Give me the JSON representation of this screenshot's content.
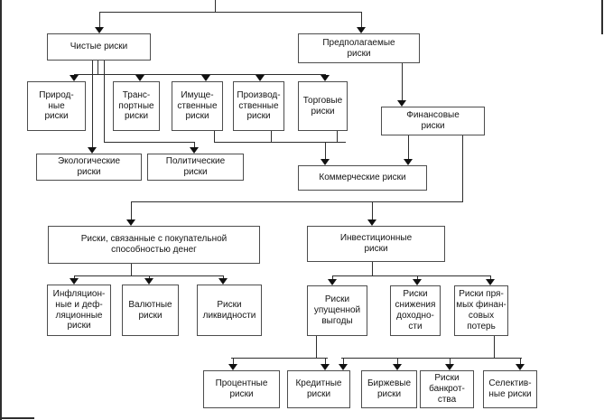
{
  "figure": {
    "type": "hierarchy-diagram",
    "language": "ru",
    "nodes": {
      "pure": "Чистые риски",
      "speculative": "Предполагаемые\nриски",
      "natural": "Природ-\nные\nриски",
      "transport": "Транс-\nпортные\nриски",
      "property": "Имуще-\nственные\nриски",
      "production": "Производ-\nственные\nриски",
      "trade": "Торговые\nриски",
      "financial": "Финансовые\nриски",
      "ecological": "Экологические\nриски",
      "political": "Политические\nриски",
      "commercial": "Коммерческие риски",
      "purchasing": "Риски, связанные с покупательной\nспособностью денег",
      "investment": "Инвестиционные\nриски",
      "inflation": "Инфляцион-\nные и деф-\nляционные\nриски",
      "currency": "Валютные\nриски",
      "liquidity": "Риски\nликвидности",
      "lost_profit": "Риски\nупущенной\nвыгоды",
      "yield_decline": "Риски\nснижения\nдоходно-\nсти",
      "direct_losses": "Риски пря-\nмых финан-\nсовых\nпотерь",
      "interest": "Процентные\nриски",
      "credit": "Кредитные\nриски",
      "exchange": "Биржевые\nриски",
      "bankruptcy": "Риски\nбанкрот-\nства",
      "selective": "Селектив-\nные риски"
    },
    "edges": [
      [
        "root",
        "pure"
      ],
      [
        "root",
        "speculative"
      ],
      [
        "pure",
        "natural"
      ],
      [
        "pure",
        "transport"
      ],
      [
        "pure",
        "property"
      ],
      [
        "pure",
        "production"
      ],
      [
        "pure",
        "trade"
      ],
      [
        "pure",
        "ecological"
      ],
      [
        "pure",
        "political"
      ],
      [
        "property",
        "commercial"
      ],
      [
        "production",
        "commercial"
      ],
      [
        "trade",
        "commercial"
      ],
      [
        "speculative",
        "financial"
      ],
      [
        "financial",
        "commercial"
      ],
      [
        "financial",
        "purchasing"
      ],
      [
        "financial",
        "investment"
      ],
      [
        "purchasing",
        "inflation"
      ],
      [
        "purchasing",
        "currency"
      ],
      [
        "purchasing",
        "liquidity"
      ],
      [
        "investment",
        "lost_profit"
      ],
      [
        "investment",
        "yield_decline"
      ],
      [
        "investment",
        "direct_losses"
      ],
      [
        "lost_profit",
        "interest"
      ],
      [
        "lost_profit",
        "credit"
      ],
      [
        "direct_losses",
        "credit"
      ],
      [
        "direct_losses",
        "exchange"
      ],
      [
        "direct_losses",
        "bankruptcy"
      ],
      [
        "direct_losses",
        "selective"
      ]
    ],
    "colors": {
      "line": "#2e2e2e",
      "box_border": "#4d4d4d",
      "text": "#141414",
      "background": "#ffffff"
    }
  }
}
